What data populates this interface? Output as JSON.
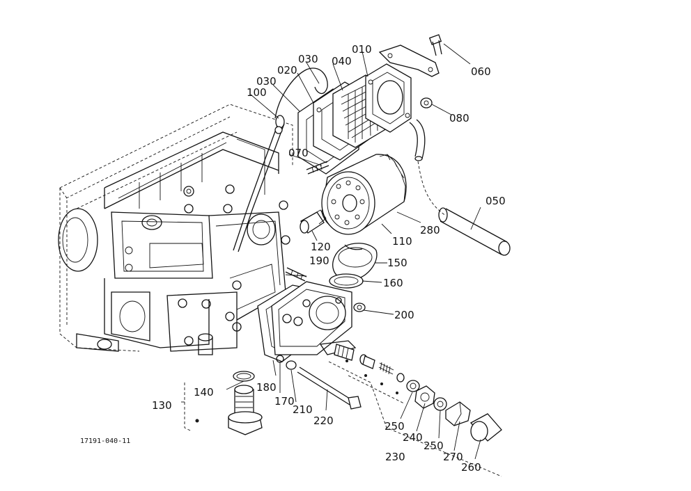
{
  "diagram": {
    "callouts": {
      "c010": "010",
      "c020": "020",
      "c030a": "030",
      "c030b": "030",
      "c040": "040",
      "c050": "050",
      "c060": "060",
      "c070": "070",
      "c080": "080",
      "c100": "100",
      "c110": "110",
      "c120": "120",
      "c130": "130",
      "c140": "140",
      "c150": "150",
      "c160": "160",
      "c170": "170",
      "c180": "180",
      "c190": "190",
      "c200": "200",
      "c210": "210",
      "c220": "220",
      "c230": "230",
      "c240": "240",
      "c250a": "250",
      "c250b": "250",
      "c260": "260",
      "c270": "270",
      "c280": "280"
    },
    "document_number": "17191-040-11"
  }
}
